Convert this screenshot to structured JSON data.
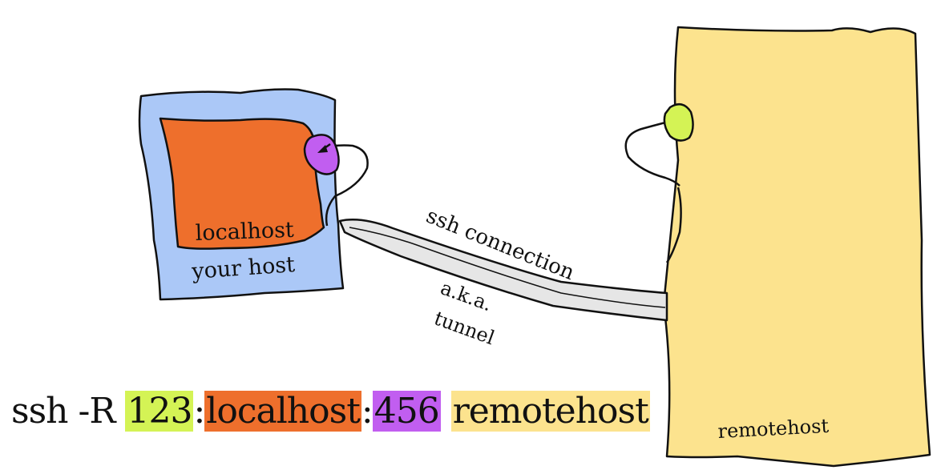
{
  "labels": {
    "localhost": "localhost",
    "your_host": "your host",
    "ssh_connection": "ssh connection",
    "aka": "a.k.a.",
    "tunnel": "tunnel",
    "remotehost": "remotehost"
  },
  "command": {
    "prefix": "ssh -R ",
    "remote_port": "123",
    "sep1": ":",
    "target_host": "localhost",
    "sep2": ":",
    "local_port": "456",
    "space": " ",
    "remote_host": "remotehost"
  },
  "colors": {
    "your_host_fill": "#abc8f7",
    "localhost_fill": "#ee6f2c",
    "local_port_fill": "#c15ef0",
    "remote_port_fill": "#d4f355",
    "remotehost_fill": "#fce38e",
    "tunnel_fill": "#e6e6e6"
  }
}
